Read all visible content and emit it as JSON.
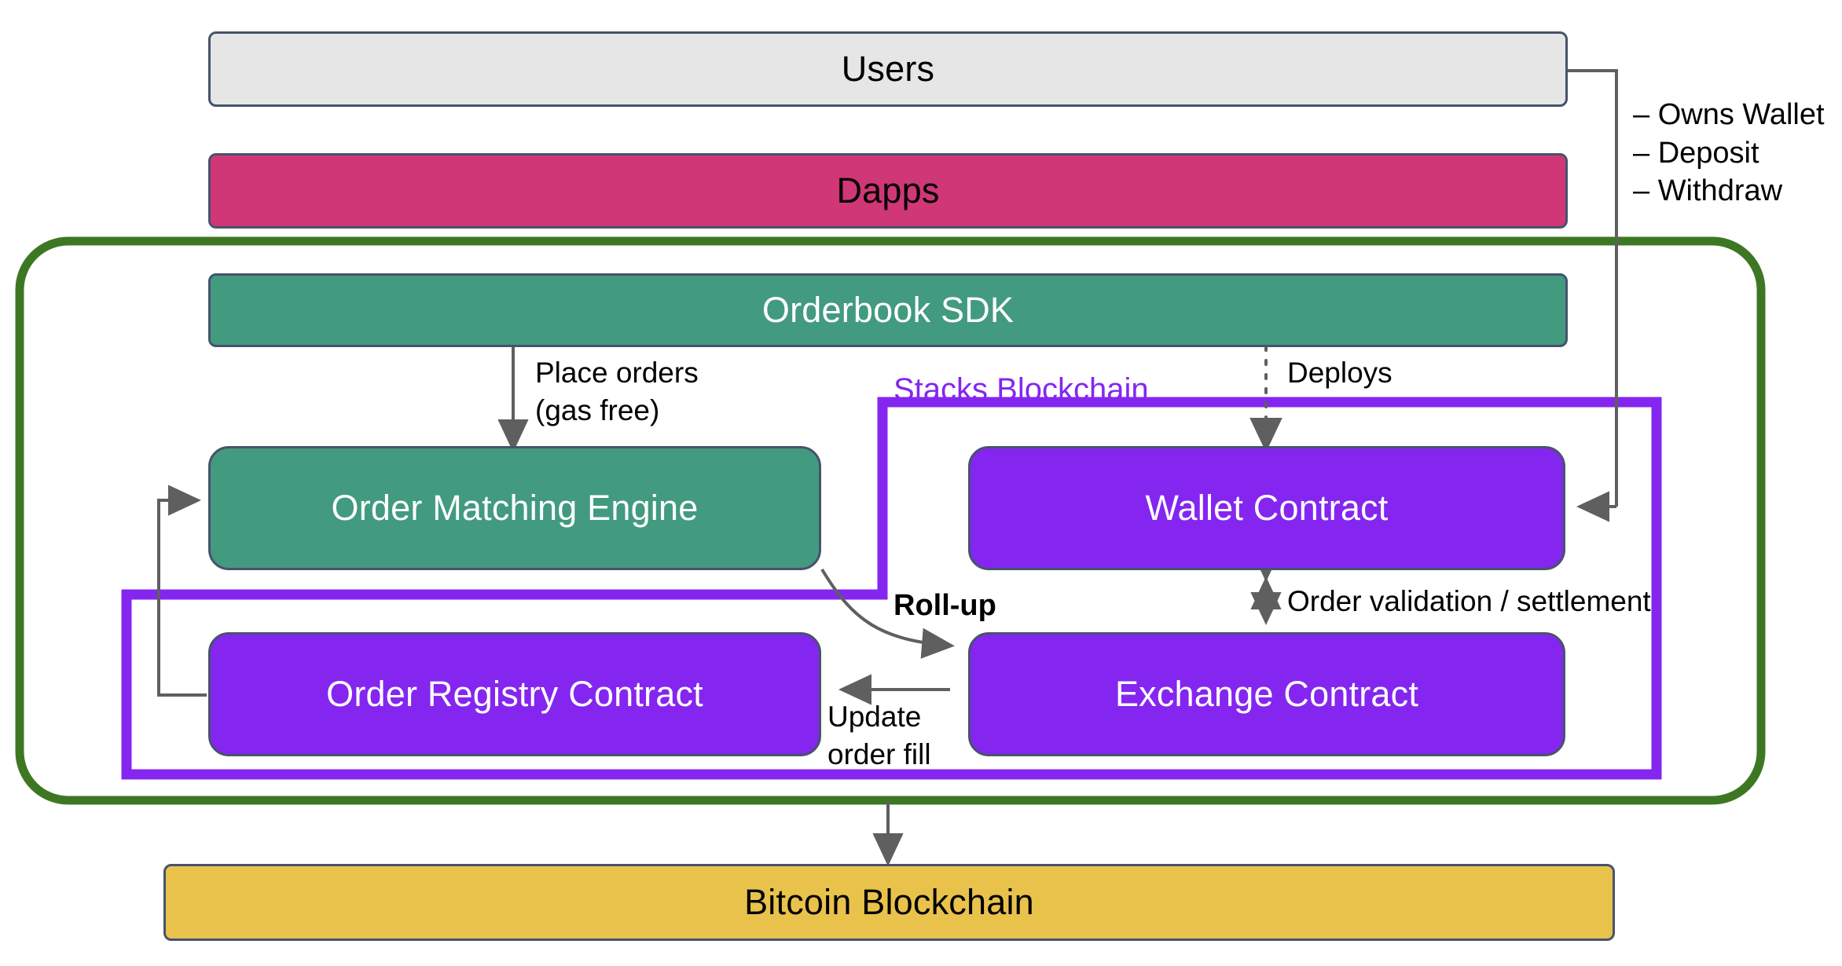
{
  "diagram": {
    "title": "Orderbook rollup architecture on Stacks and Bitcoin",
    "type": "architecture-block-diagram"
  },
  "colors": {
    "users_fill": "#e6e6e6",
    "dapps_fill": "#d03776",
    "sdk_fill": "#429a7f",
    "engine_fill": "#429a7f",
    "contract_fill": "#8426f0",
    "bitcoin_fill": "#e9c24c",
    "node_stroke": "#47536b",
    "group_green": "#3e7724",
    "group_purple": "#8426f0",
    "arrow": "#5f5f5f"
  },
  "nodes": {
    "users": "Users",
    "dapps": "Dapps",
    "orderbook_sdk": "Orderbook SDK",
    "order_matching_engine": "Order Matching Engine",
    "wallet_contract": "Wallet Contract",
    "order_registry_contract": "Order Registry Contract",
    "exchange_contract": "Exchange Contract",
    "bitcoin_blockchain": "Bitcoin Blockchain"
  },
  "groups": {
    "stacks_blockchain": "Stacks Blockchain"
  },
  "edge_labels": {
    "place_orders_line1": "Place orders",
    "place_orders_line2": "(gas free)",
    "deploys": "Deploys",
    "rollup": "Roll-up",
    "order_validation": "Order validation / settlement",
    "update_order_fill_line1": "Update",
    "update_order_fill_line2": "order fill"
  },
  "user_actions": [
    "– Owns Wallet",
    "– Deposit",
    "– Withdraw"
  ]
}
